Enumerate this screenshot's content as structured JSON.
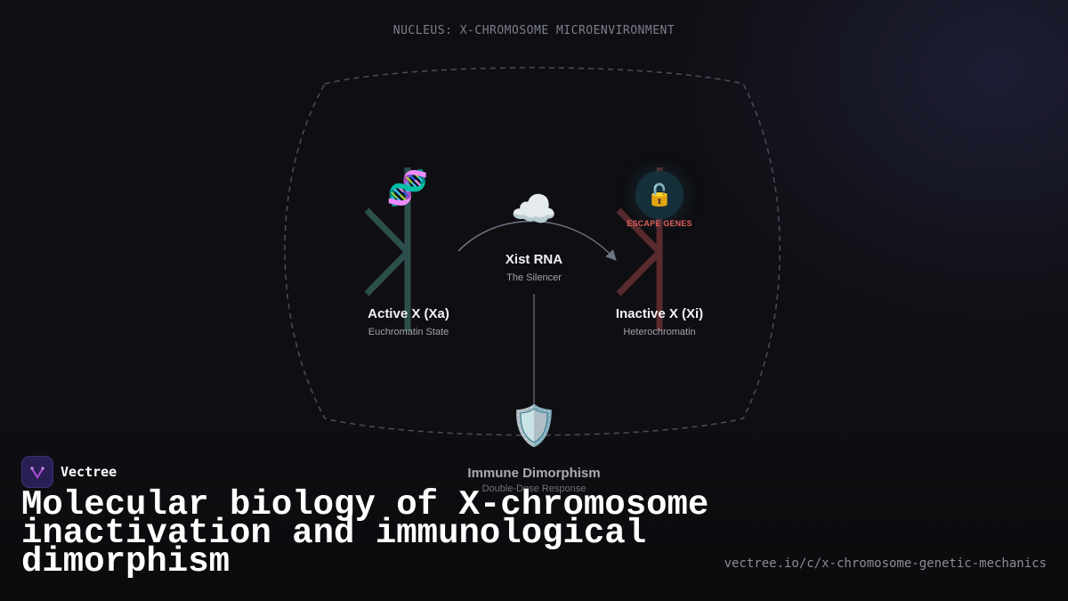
{
  "nucleus_label": "NUCLEUS: X-CHROMOSOME MICROENVIRONMENT",
  "active_x": {
    "title": "Active X (Xa)",
    "subtitle": "Euchromatin State",
    "icon": "dna-icon",
    "color": "#2d4f4c"
  },
  "xist": {
    "title": "Xist RNA",
    "subtitle": "The Silencer",
    "icon": "cloud-icon"
  },
  "inactive_x": {
    "title": "Inactive X (Xi)",
    "subtitle": "Heterochromatin",
    "color": "#5a2a2e"
  },
  "escape_genes": {
    "label": "ESCAPE GENES",
    "icon": "unlocked-padlock-icon"
  },
  "immune": {
    "title": "Immune Dimorphism",
    "subtitle": "Double-Dose Response",
    "icon": "shield-icon"
  },
  "brand": {
    "name": "Vectree",
    "logo": "vectree-logo-icon"
  },
  "headline": "Molecular biology of X-chromosome inactivation and immunological dimorphism",
  "url": "vectree.io/c/x-chromosome-genetic-mechanics",
  "colors": {
    "background": "#0f0f13",
    "escape_accent": "#e0605c",
    "boundary": "#4a4d5c"
  }
}
